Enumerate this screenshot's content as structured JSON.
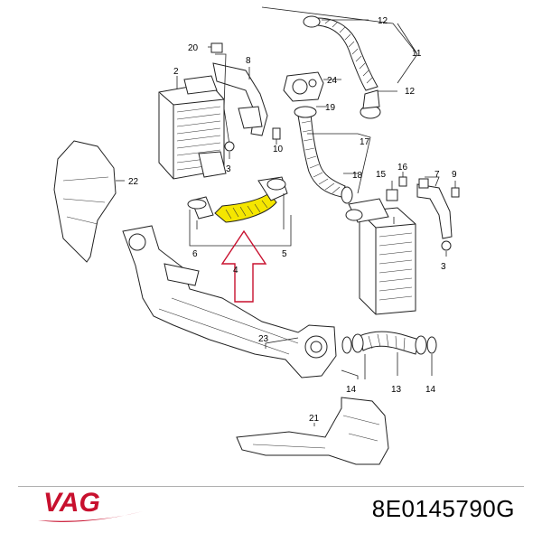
{
  "callouts": {
    "c2": "2",
    "c3": "3",
    "c4": "4",
    "c5": "5",
    "c6": "6",
    "c7": "7",
    "c8": "8",
    "c9": "9",
    "c10": "10",
    "c11": "11",
    "c12a": "12",
    "c12b": "12",
    "c13": "13",
    "c14a": "14",
    "c14b": "14",
    "c15": "15",
    "c16": "16",
    "c17": "17",
    "c18": "18",
    "c19": "19",
    "c20": "20",
    "c21": "21",
    "c22": "22",
    "c23": "23",
    "c24": "24"
  },
  "brand": {
    "name": "VAG",
    "color": "#c8102e"
  },
  "part_number": "8E0145790G",
  "highlight": {
    "color": "#f5e600"
  }
}
